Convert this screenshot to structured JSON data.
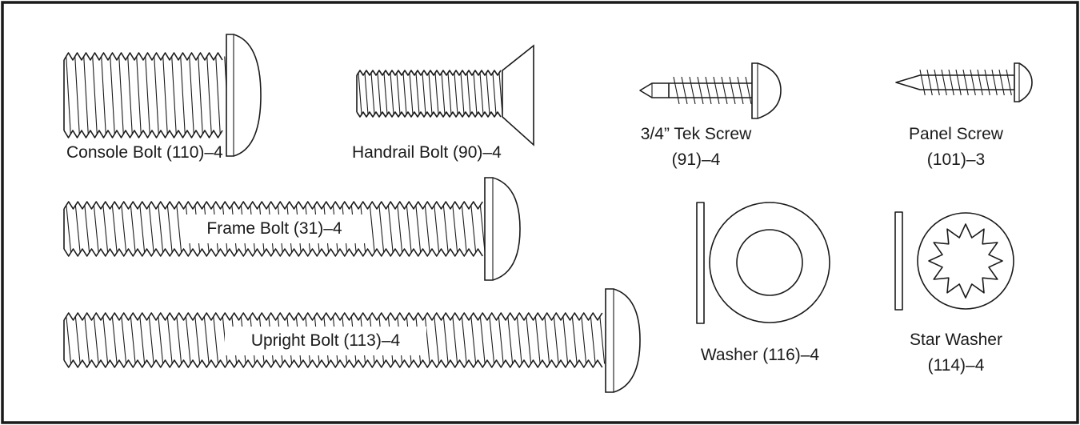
{
  "parts": [
    {
      "id": "console-bolt",
      "lines": [
        "Console Bolt (110)–4"
      ]
    },
    {
      "id": "handrail-bolt",
      "lines": [
        "Handrail Bolt (90)–4"
      ]
    },
    {
      "id": "tek-screw",
      "lines": [
        "3/4” Tek Screw",
        "(91)–4"
      ]
    },
    {
      "id": "panel-screw",
      "lines": [
        "Panel Screw",
        "(101)–3"
      ]
    },
    {
      "id": "frame-bolt",
      "lines": [
        "Frame Bolt (31)–4"
      ]
    },
    {
      "id": "upright-bolt",
      "lines": [
        "Upright Bolt (113)–4"
      ]
    },
    {
      "id": "washer",
      "lines": [
        "Washer (116)–4"
      ]
    },
    {
      "id": "star-washer",
      "lines": [
        "Star Washer",
        "(114)–4"
      ]
    }
  ]
}
